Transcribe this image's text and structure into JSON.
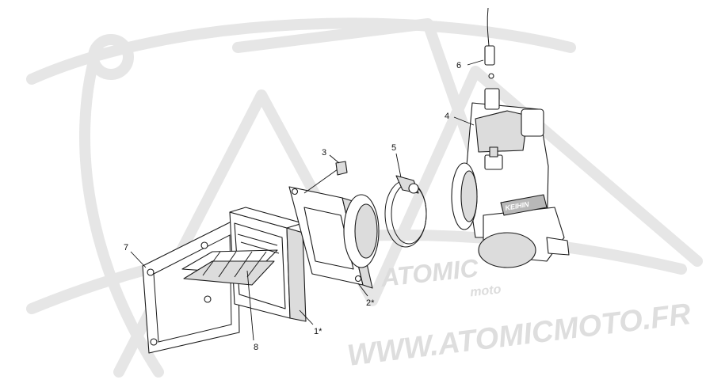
{
  "watermark": {
    "logo_text": "ATOMIC",
    "logo_sub": "moto",
    "url": "WWW.ATOMICMOTO.FR",
    "color": "#d9d9d9"
  },
  "carb_brand": "KEIHIN",
  "callouts": [
    {
      "id": "1",
      "label": "1*"
    },
    {
      "id": "2",
      "label": "2*"
    },
    {
      "id": "3",
      "label": "3"
    },
    {
      "id": "4",
      "label": "4"
    },
    {
      "id": "5",
      "label": "5"
    },
    {
      "id": "6",
      "label": "6"
    },
    {
      "id": "7",
      "label": "7"
    },
    {
      "id": "8",
      "label": "8"
    }
  ]
}
